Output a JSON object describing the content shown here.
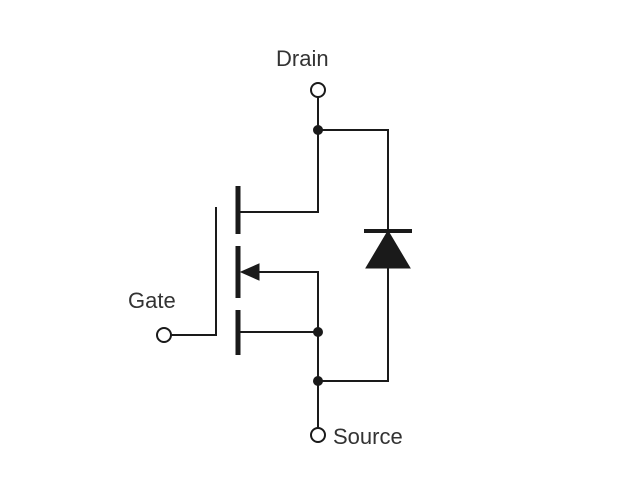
{
  "terminals": {
    "drain": "Drain",
    "gate": "Gate",
    "source": "Source"
  },
  "colors": {
    "line": "#1a1a1a",
    "label": "#333333",
    "background": "#ffffff"
  }
}
